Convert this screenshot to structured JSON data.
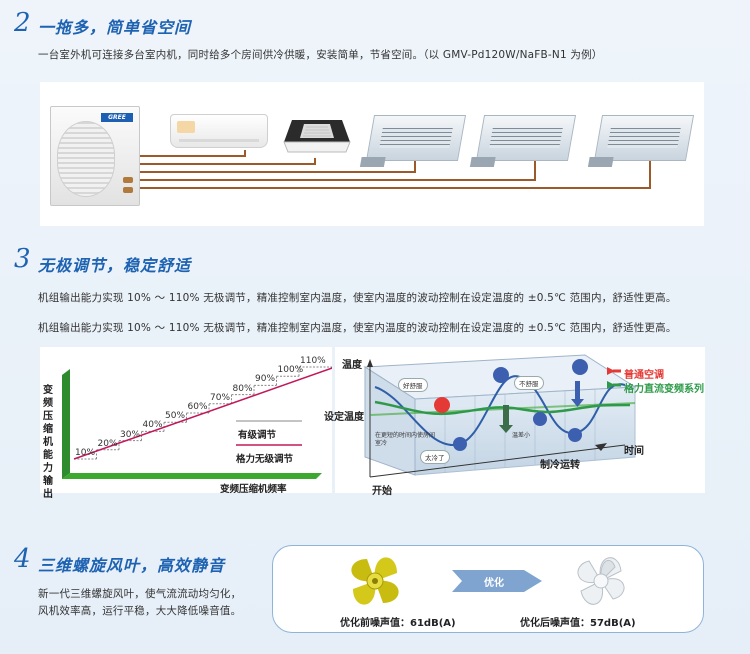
{
  "section2": {
    "number": "2",
    "title": "一拖多，简单省空间",
    "paragraph": "一台室外机可连接多台室内机，同时给多个房间供冷供暖，安装简单，节省空间。（以 GMV-Pd120W/NaFB-N1 为例）",
    "outdoor_logo": "GREE"
  },
  "section3": {
    "number": "3",
    "title": "无极调节，稳定舒适",
    "paragraph1": "机组输出能力实现 10% ～ 110% 无极调节，精准控制室内温度，使室内温度的波动控制在设定温度的 ±0.5℃ 范围内，舒适性更高。",
    "paragraph2": "机组输出能力实现 10% ～ 110% 无极调节，精准控制室内温度，使室内温度的波动控制在设定温度的 ±0.5℃ 范围内，舒适性更高。",
    "left_chart": {
      "y_label": [
        "变",
        "频",
        "压",
        "缩",
        "机",
        "能",
        "力",
        "输",
        "出"
      ],
      "x_label": "变频压缩机频率",
      "steps": [
        "10%",
        "20%",
        "30%",
        "40%",
        "50%",
        "60%",
        "70%",
        "80%",
        "90%",
        "100%",
        "110%"
      ],
      "legend_stepped": "有级调节",
      "legend_stepless": "格力无级调节",
      "colors": {
        "stepped": "#888888",
        "stepless": "#c2185b",
        "axis": "#3da82f"
      }
    },
    "right_chart": {
      "y_label": "温度",
      "set_temp_label": "设定温度",
      "x_label": "时间",
      "start_label": "开始",
      "run_label": "制冷运转",
      "legend_normal": "普通空调",
      "legend_gree": "格力直流变频系列",
      "bubble_comfort": "好舒服",
      "bubble_uncomfortable": "不舒服",
      "bubble_too_cold": "太冷了",
      "bubble_hot_small": "温差小",
      "note": "在更短的时间内使房间室冷",
      "colors": {
        "normal": "#e53935",
        "gree": "#2e9a49"
      }
    }
  },
  "section4": {
    "number": "4",
    "title": "三维螺旋风叶，高效静音",
    "paragraph": "新一代三维螺旋风叶，使气流流动均匀化，风机效率高，运行平稳，大大降低噪音值。",
    "arrow_label": "优化",
    "before_caption": "优化前噪声值：61dB(A)",
    "after_caption": "优化后噪声值：57dB(A)"
  }
}
